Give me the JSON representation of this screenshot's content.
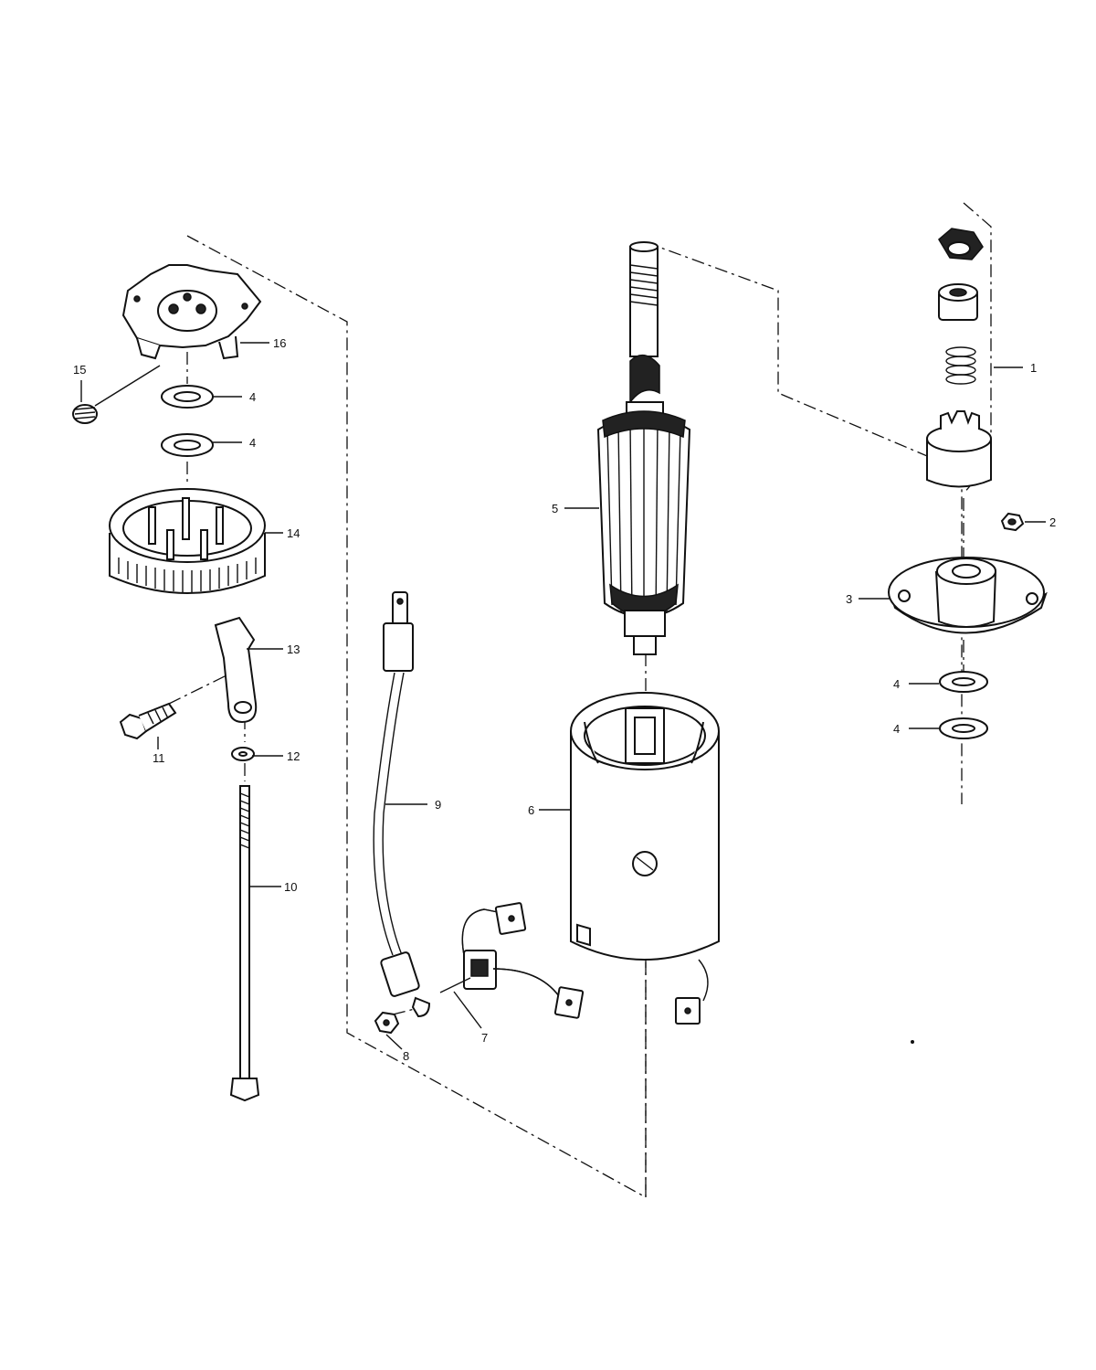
{
  "diagram": {
    "callouts": [
      {
        "id": "c1",
        "label": "1"
      },
      {
        "id": "c2",
        "label": "2"
      },
      {
        "id": "c3",
        "label": "3"
      },
      {
        "id": "c4a",
        "label": "4"
      },
      {
        "id": "c4b",
        "label": "4"
      },
      {
        "id": "c4c",
        "label": "4"
      },
      {
        "id": "c4d",
        "label": "4"
      },
      {
        "id": "c5",
        "label": "5"
      },
      {
        "id": "c6",
        "label": "6"
      },
      {
        "id": "c7",
        "label": "7"
      },
      {
        "id": "c8",
        "label": "8"
      },
      {
        "id": "c9",
        "label": "9"
      },
      {
        "id": "c10",
        "label": "10"
      },
      {
        "id": "c11",
        "label": "11"
      },
      {
        "id": "c12",
        "label": "12"
      },
      {
        "id": "c13",
        "label": "13"
      },
      {
        "id": "c14",
        "label": "14"
      },
      {
        "id": "c15",
        "label": "15"
      },
      {
        "id": "c16",
        "label": "16"
      }
    ]
  }
}
